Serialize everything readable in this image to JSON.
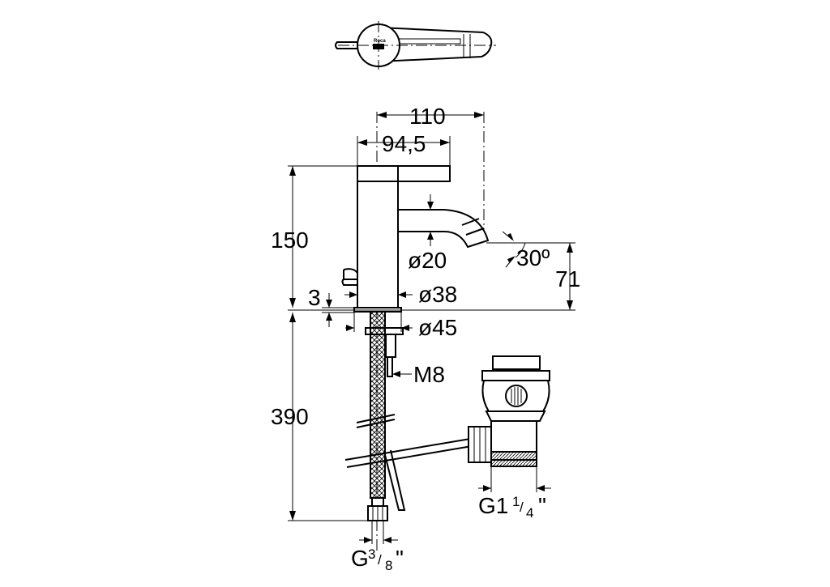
{
  "dimensions": {
    "overall_reach": "110",
    "spout_reach": "94,5",
    "height_above_deck": "150",
    "spout_height": "71",
    "spout_angle": "30º",
    "spout_diameter": "ø20",
    "body_diameter": "ø38",
    "base_diameter": "ø45",
    "flange_thickness": "3",
    "stud_thread": "M8",
    "hose_length": "390"
  },
  "connections": {
    "hose_thread_main": "G",
    "hose_thread_frac_num": "3",
    "hose_thread_frac_den": "8",
    "hose_thread_quote": "\"",
    "waste_thread_main": "G1",
    "waste_thread_frac_num": "1",
    "waste_thread_frac_den": "4",
    "waste_thread_quote": "\""
  },
  "brand_logo_text": "Roca"
}
